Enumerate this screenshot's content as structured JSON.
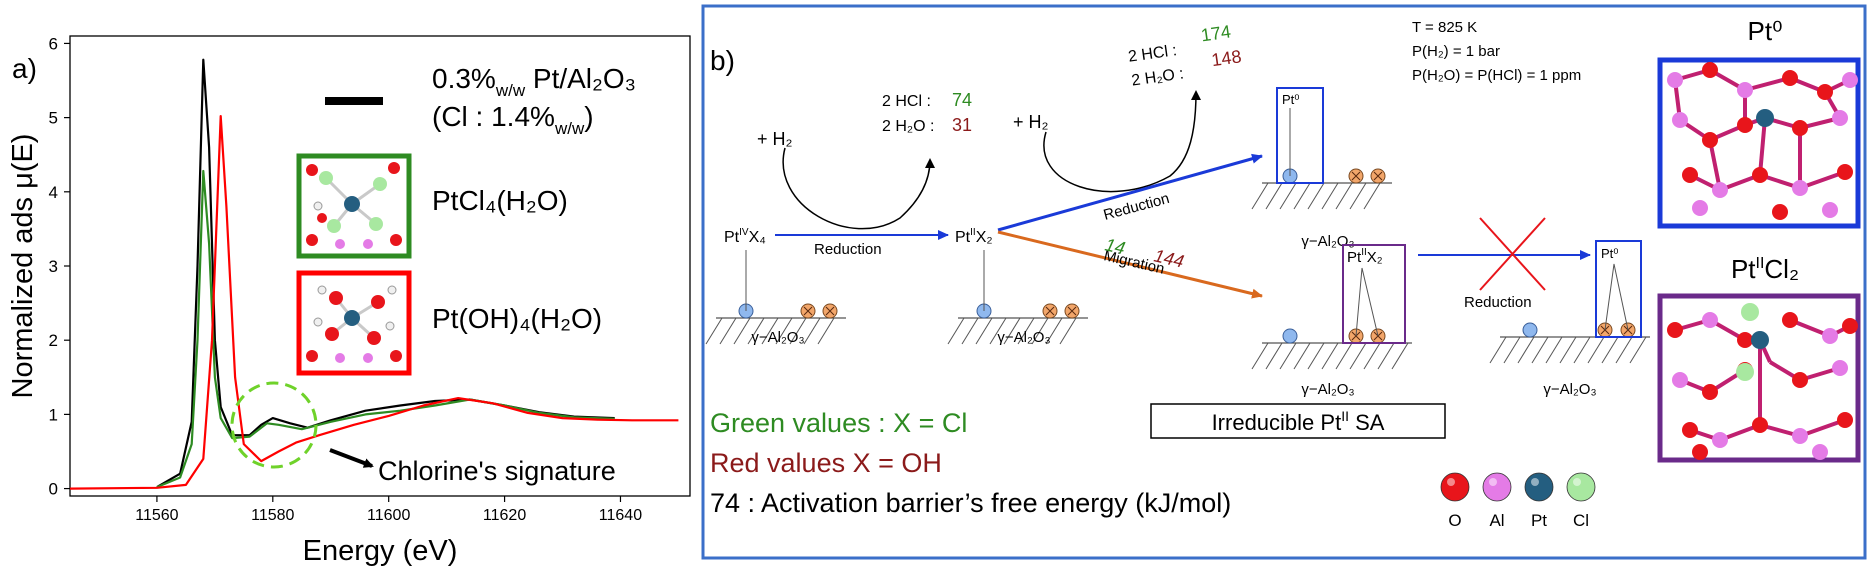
{
  "chart_data": {
    "type": "line",
    "panel_label": "a)",
    "xlabel": "Energy (eV)",
    "ylabel": "Normalized ads μ(E)",
    "xlim": [
      11545,
      11652
    ],
    "ylim": [
      -0.1,
      6.1
    ],
    "xticks": [
      11560,
      11580,
      11600,
      11620,
      11640
    ],
    "yticks": [
      0,
      1,
      2,
      3,
      4,
      5,
      6
    ],
    "grid": false,
    "legend": "none",
    "sample_main": "0.3%",
    "sample_sub": "w/w",
    "sample_tail": " Pt/Al₂O₃",
    "sample2_main": "(Cl : 1.4%",
    "sample2_sub": "w/w",
    "sample2_tail": ")",
    "label_green": "PtCl₄(H₂O)",
    "label_red": "Pt(OH)₄(H₂O)",
    "annotation": "Chlorine's signature",
    "series": [
      {
        "color": "#000000",
        "points": [
          [
            11560,
            0.02
          ],
          [
            11564,
            0.2
          ],
          [
            11566,
            0.9
          ],
          [
            11567,
            3.0
          ],
          [
            11568,
            5.78
          ],
          [
            11569,
            4.6
          ],
          [
            11570,
            2.0
          ],
          [
            11571,
            1.1
          ],
          [
            11573,
            0.72
          ],
          [
            11576,
            0.72
          ],
          [
            11578,
            0.86
          ],
          [
            11580,
            0.95
          ],
          [
            11583,
            0.88
          ],
          [
            11586,
            0.82
          ],
          [
            11590,
            0.92
          ],
          [
            11596,
            1.05
          ],
          [
            11602,
            1.12
          ],
          [
            11608,
            1.18
          ],
          [
            11614,
            1.2
          ],
          [
            11620,
            1.12
          ],
          [
            11626,
            1.03
          ],
          [
            11632,
            0.97
          ],
          [
            11639,
            0.95
          ]
        ]
      },
      {
        "color": "#2e8b22",
        "points": [
          [
            11560,
            0.02
          ],
          [
            11564,
            0.15
          ],
          [
            11566,
            0.6
          ],
          [
            11567,
            2.0
          ],
          [
            11568,
            4.28
          ],
          [
            11569,
            3.3
          ],
          [
            11570,
            1.5
          ],
          [
            11571,
            0.95
          ],
          [
            11573,
            0.68
          ],
          [
            11576,
            0.7
          ],
          [
            11579,
            0.88
          ],
          [
            11581,
            0.86
          ],
          [
            11585,
            0.8
          ],
          [
            11590,
            0.9
          ],
          [
            11596,
            1.0
          ],
          [
            11602,
            1.05
          ],
          [
            11608,
            1.12
          ],
          [
            11614,
            1.2
          ],
          [
            11620,
            1.12
          ],
          [
            11626,
            1.02
          ],
          [
            11632,
            0.96
          ],
          [
            11639,
            0.94
          ]
        ]
      },
      {
        "color": "#ff0000",
        "points": [
          [
            11545,
            0.0
          ],
          [
            11560,
            0.01
          ],
          [
            11565,
            0.05
          ],
          [
            11568,
            0.4
          ],
          [
            11569.5,
            2.0
          ],
          [
            11571,
            5.02
          ],
          [
            11572,
            3.8
          ],
          [
            11573.5,
            1.5
          ],
          [
            11575,
            0.6
          ],
          [
            11578,
            0.37
          ],
          [
            11581,
            0.5
          ],
          [
            11584,
            0.62
          ],
          [
            11588,
            0.72
          ],
          [
            11594,
            0.86
          ],
          [
            11600,
            0.98
          ],
          [
            11606,
            1.12
          ],
          [
            11612,
            1.22
          ],
          [
            11618,
            1.15
          ],
          [
            11624,
            1.02
          ],
          [
            11630,
            0.95
          ],
          [
            11636,
            0.93
          ],
          [
            11642,
            0.92
          ],
          [
            11650,
            0.92
          ]
        ]
      }
    ]
  },
  "panel_b": {
    "label": "b)",
    "conditions": [
      "T = 825 K",
      "P(H₂) = 1 bar",
      "P(H₂O) = P(HCl) = 1 ppm"
    ],
    "pt0_title": "Pt⁰",
    "ptcl2_title_main": "Pt",
    "ptcl2_title_sup": "II",
    "ptcl2_title_tail": "Cl₂",
    "h2_1": "+ H₂",
    "h2_2": "+ H₂",
    "hcl_label": "2 HCl :",
    "h2o_label": "2 H₂O :",
    "val1_hcl": "74",
    "val1_h2o": "31",
    "val2_hcl": "174",
    "val2_h2o": "148",
    "ptiv": "Pt",
    "ptiv_sup": "IV",
    "ptiv_tail": "X₄",
    "ptii": "Pt",
    "ptii_sup": "II",
    "ptii_tail": "X₂",
    "pt0_small": "Pt⁰",
    "reduction": "Reduction",
    "migration": "Migration",
    "mig_green": "14",
    "mig_red": "144",
    "support": "γ−Al₂O₃",
    "irreducible_main": "Irreducible Pt",
    "irreducible_sup": "II",
    "irreducible_tail": " SA",
    "green_values": "Green values : X = Cl",
    "red_values": "Red values X = OH",
    "barrier_note": "74 : Activation barrier’s free energy (kJ/mol)",
    "atoms": [
      {
        "label": "O",
        "color": "#e8151b"
      },
      {
        "label": "Al",
        "color": "#e47be6"
      },
      {
        "label": "Pt",
        "color": "#245e80"
      },
      {
        "label": "Cl",
        "color": "#a8e8a0"
      }
    ],
    "colors": {
      "green": "#2e8b22",
      "darkred": "#8b1a1a",
      "blue": "#1a3ad8",
      "orange": "#d9691e",
      "purple": "#6a2a8a",
      "frame": "#3b6fc9"
    }
  }
}
